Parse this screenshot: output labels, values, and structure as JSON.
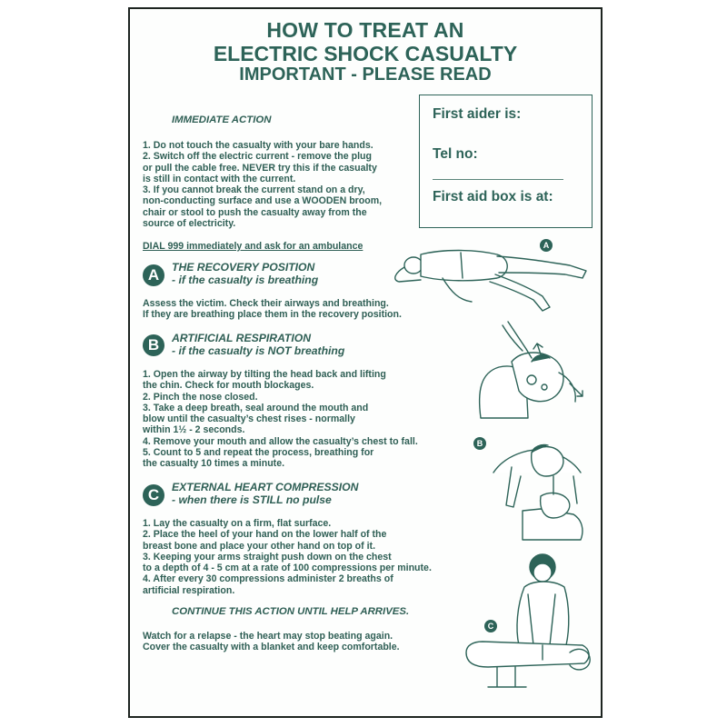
{
  "title": {
    "line1": "HOW TO TREAT AN",
    "line2": "ELECTRIC SHOCK CASUALTY",
    "line3": "IMPORTANT - PLEASE READ"
  },
  "info_box": {
    "first_aider": "First aider is:",
    "tel": "Tel no:",
    "first_aid_box": "First aid box is at:"
  },
  "immediate": {
    "heading": "IMMEDIATE ACTION",
    "lines": [
      "1. Do not touch the casualty with your bare hands.",
      "2. Switch off the electric current - remove the plug",
      "or pull the cable free. NEVER try this if the casualty",
      "is still in contact with the current.",
      "3. If you cannot break the current stand on a dry,",
      "non-conducting surface and use a WOODEN broom,",
      "chair or stool to push the casualty away from the",
      "source of electricity."
    ]
  },
  "dial": "DIAL 999 immediately and ask for an ambulance",
  "section_a": {
    "letter": "A",
    "title": "THE RECOVERY POSITION",
    "subtitle": "- if the casualty is breathing",
    "lines": [
      "Assess the victim. Check their airways and breathing.",
      "If they are breathing place them in the recovery position."
    ]
  },
  "section_b": {
    "letter": "B",
    "title": "ARTIFICIAL RESPIRATION",
    "subtitle": "- if the casualty is NOT breathing",
    "lines": [
      "1. Open the airway by tilting the head back and lifting",
      "the chin. Check for mouth blockages.",
      "2. Pinch the nose closed.",
      "3. Take a deep breath, seal around the mouth and",
      "blow until the casualty’s chest rises - normally",
      "within 1½ - 2 seconds.",
      "4. Remove your mouth and allow the casualty’s chest to fall.",
      "5. Count to 5 and repeat the process, breathing for",
      "the casualty 10 times a minute."
    ]
  },
  "section_c": {
    "letter": "C",
    "title": "EXTERNAL HEART COMPRESSION",
    "subtitle": "- when there is STILL no pulse",
    "lines": [
      "1. Lay the casualty on a firm, flat surface.",
      "2. Place the heel of your hand on the lower half of the",
      "breast bone and place your other hand on top of it.",
      "3. Keeping your arms straight push down on the chest",
      "to a depth of 4 - 5 cm at a rate of 100 compressions per minute.",
      "4. After every 30 compressions administer 2 breaths of",
      "artificial respiration."
    ]
  },
  "continue": "CONTINUE THIS ACTION UNTIL HELP ARRIVES.",
  "closing": [
    "Watch for a relapse - the heart may stop beating again.",
    "Cover the casualty with a blanket and keep comfortable."
  ],
  "illustration_labels": {
    "a": "A",
    "b": "B",
    "c": "C"
  },
  "colors": {
    "ink": "#2d6358",
    "border": "#1d2420"
  }
}
